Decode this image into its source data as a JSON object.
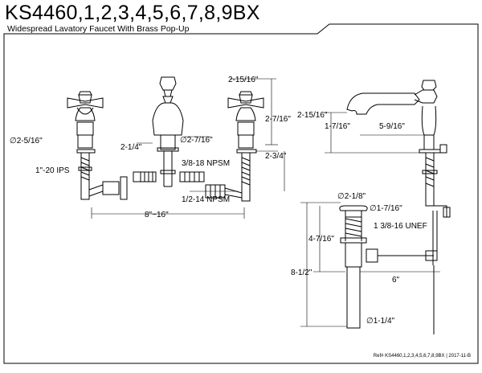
{
  "title": "KS4460,1,2,3,4,5,6,7,8,9BX",
  "subtitle": "Widespread Lavatory Faucet With Brass Pop-Up",
  "reference": "Ref# KS4460,1,2,3,4,5,6,7,8,9BX | 2017-11-B",
  "dimensions": {
    "handle_dia": "∅2-5/16\"",
    "ips": "1\"-20 IPS",
    "spout_height": "2-1/4\"",
    "spout_base_dia": "∅2-7/16\"",
    "npsm_38": "3/8-18 NPSM",
    "npsm_12": "1/2-14 NPSM",
    "spread": "8\"~16\"",
    "top_width": "2-15/16\"",
    "handle_height": "2-7/16\"",
    "shank_length": "2-3/4\"",
    "spout_rise": "2-15/16\"",
    "spout_offset": "1-7/16\"",
    "spout_reach": "5-9/16\"",
    "flange_dia": "∅2-1/8\"",
    "drain_dia": "∅1-7/16\"",
    "drain_thread": "1 3/8-16 UNEF",
    "drain_upper": "4-7/16\"",
    "drain_total": "8-1/2\"",
    "rod_length": "6\"",
    "tail_dia": "∅1-1/4\""
  }
}
